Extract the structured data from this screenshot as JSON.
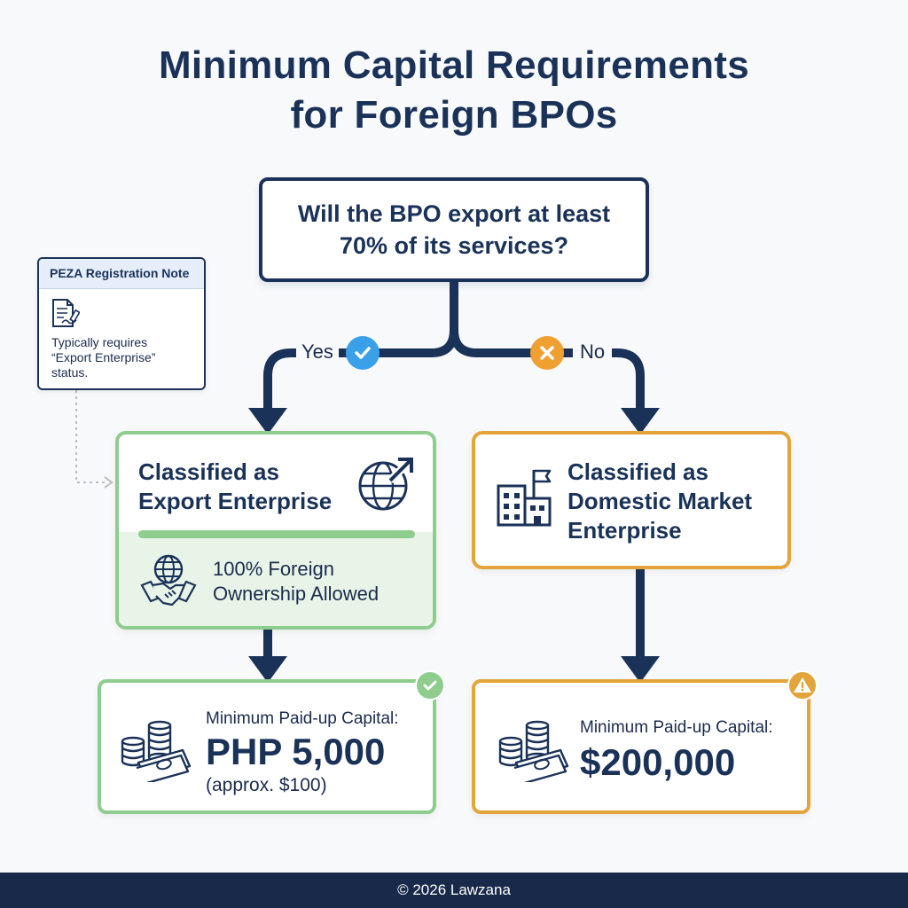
{
  "title": {
    "line1": "Minimum Capital Requirements",
    "line2": "for Foreign BPOs"
  },
  "question": {
    "line1": "Will the BPO export at least",
    "line2": "70% of its services?"
  },
  "branches": {
    "yes_label": "Yes",
    "no_label": "No"
  },
  "note": {
    "heading": "PEZA Registration Note",
    "line1": "Typically requires",
    "line2": "“Export Enterprise”",
    "line3": "status."
  },
  "export_enterprise": {
    "title_line1": "Classified as",
    "title_line2": "Export Enterprise",
    "ownership_line1": "100% Foreign",
    "ownership_line2": "Ownership Allowed"
  },
  "domestic_enterprise": {
    "title_line1": "Classified as",
    "title_line2": "Domestic Market",
    "title_line3": "Enterprise"
  },
  "capital_export": {
    "label": "Minimum Paid-up Capital:",
    "amount": "PHP 5,000",
    "approx": "(approx. $100)"
  },
  "capital_domestic": {
    "label": "Minimum Paid-up Capital:",
    "amount": "$200,000"
  },
  "footer": {
    "text": "© 2026 Lawzana"
  },
  "colors": {
    "navy": "#1b3258",
    "green": "#8fcd8f",
    "orange": "#e3a53b",
    "check_blue": "#3aa0e8",
    "cross_orange": "#f0a030",
    "footer_bg": "#18294a"
  }
}
